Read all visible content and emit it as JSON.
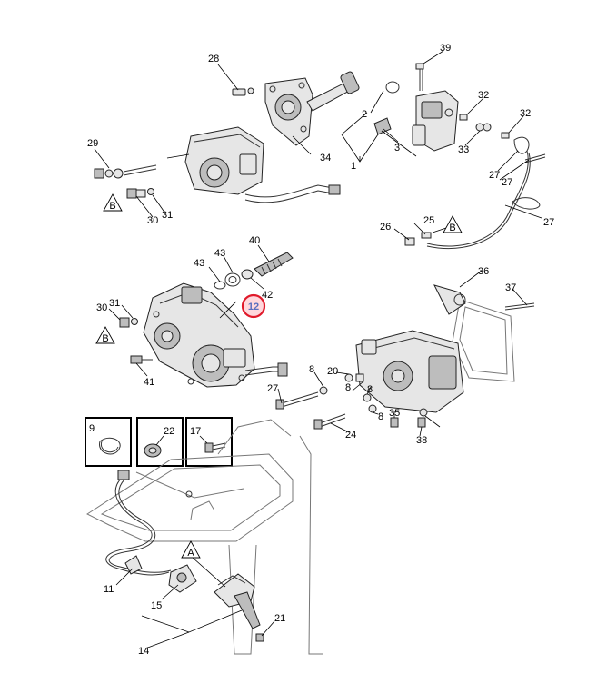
{
  "diagram": {
    "callouts": {
      "c1": "1",
      "c2": "2",
      "c3": "3",
      "c8a": "8",
      "c8b": "8",
      "c8c": "8",
      "c8d": "8",
      "c9": "9",
      "c11": "11",
      "c12": "12",
      "c14": "14",
      "c15": "15",
      "c17": "17",
      "c20": "20",
      "c21": "21",
      "c22": "22",
      "c24": "24",
      "c25": "25",
      "c26": "26",
      "c27a": "27",
      "c27b": "27",
      "c27c": "27",
      "c27d": "27",
      "c28": "28",
      "c29": "29",
      "c30a": "30",
      "c30b": "30",
      "c31a": "31",
      "c31b": "31",
      "c32a": "32",
      "c32b": "32",
      "c33": "33",
      "c34": "34",
      "c35": "35",
      "c36": "36",
      "c37": "37",
      "c38": "38",
      "c39": "39",
      "c40": "40",
      "c41": "41",
      "c42": "42",
      "c43a": "43",
      "c43b": "43"
    },
    "ref_markers": {
      "b1": "B",
      "b2": "B",
      "b3": "B",
      "a1": "A"
    },
    "highlight_color": "#e0192a"
  }
}
